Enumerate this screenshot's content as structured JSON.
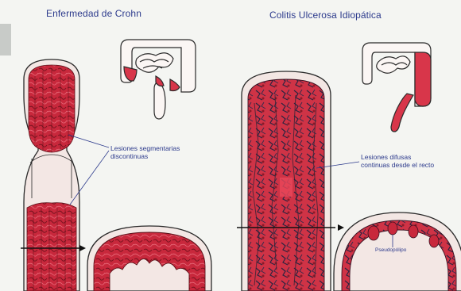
{
  "crohn": {
    "title": "Enfermedad de Crohn",
    "annotation_line1": "Lesiones segmentarias",
    "annotation_line2": "discontinuas"
  },
  "colitis": {
    "title": "Colitis Ulcerosa Idiopática",
    "annotation_line1": "Lesiones difusas",
    "annotation_line2": "continuas desde el recto",
    "pseudopolyp_label": "Pseudopólipo"
  },
  "colors": {
    "mucosa": "#c8283c",
    "mucosa_dark": "#7a1420",
    "wall": "#f3e7e4",
    "outline": "#2a2a2a",
    "text": "#2c3a8c"
  }
}
